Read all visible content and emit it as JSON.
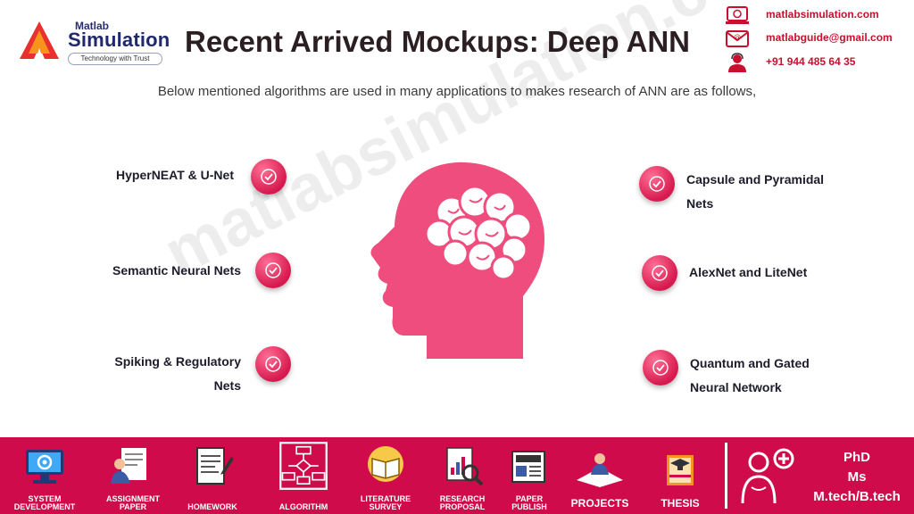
{
  "header": {
    "logo": {
      "small_text": "Matlab",
      "brand": "Simulation",
      "tagline": "Technology with Trust"
    },
    "title": "Recent Arrived Mockups: Deep ANN",
    "contacts": [
      {
        "icon": "website-icon",
        "text": "matlabsimulation.com"
      },
      {
        "icon": "email-icon",
        "text": "matlabguide@gmail.com"
      },
      {
        "icon": "phone-support-icon",
        "text": "+91 944 485 64 35"
      }
    ]
  },
  "subtitle": "Below mentioned algorithms are used in many applications to makes research of ANN are as follows,",
  "watermark": "matlabsimulation.com",
  "algorithms": {
    "left": [
      {
        "lines": [
          "HyperNEAT & U-Net"
        ]
      },
      {
        "lines": [
          "Semantic Neural Nets"
        ]
      },
      {
        "lines": [
          "Spiking & Regulatory",
          "Nets"
        ]
      }
    ],
    "right": [
      {
        "lines": [
          "Capsule and Pyramidal",
          "Nets"
        ]
      },
      {
        "lines": [
          "AlexNet and LiteNet"
        ]
      },
      {
        "lines": [
          "Quantum and Gated",
          "Neural Network"
        ]
      }
    ]
  },
  "center_icon": "head-brain-icon",
  "footer": {
    "items": [
      {
        "icon": "system-development-icon",
        "label_lines": [
          "System",
          "Development"
        ]
      },
      {
        "icon": "assignment-paper-icon",
        "label_lines": [
          "Assignment",
          "Paper"
        ]
      },
      {
        "icon": "homework-icon",
        "label_lines": [
          "Homework"
        ]
      },
      {
        "icon": "algorithm-icon",
        "label_lines": [
          "Algorithm"
        ]
      },
      {
        "icon": "literature-survey-icon",
        "label_lines": [
          "Literature",
          "Survey"
        ]
      },
      {
        "icon": "research-proposal-icon",
        "label_lines": [
          "Research",
          "Proposal"
        ]
      },
      {
        "icon": "paper-publish-icon",
        "label_lines": [
          "Paper",
          "Publish"
        ]
      },
      {
        "icon": "projects-icon",
        "label_lines": [
          "Projects"
        ]
      },
      {
        "icon": "thesis-icon",
        "label_lines": [
          "Thesis"
        ]
      }
    ],
    "degrees": [
      "PhD",
      "Ms",
      "M.tech/B.tech"
    ]
  },
  "colors": {
    "accent": "#cf0b4b",
    "check": "#e2275e",
    "contact_text": "#c8102e",
    "brain_pink": "#ee4d7d"
  }
}
